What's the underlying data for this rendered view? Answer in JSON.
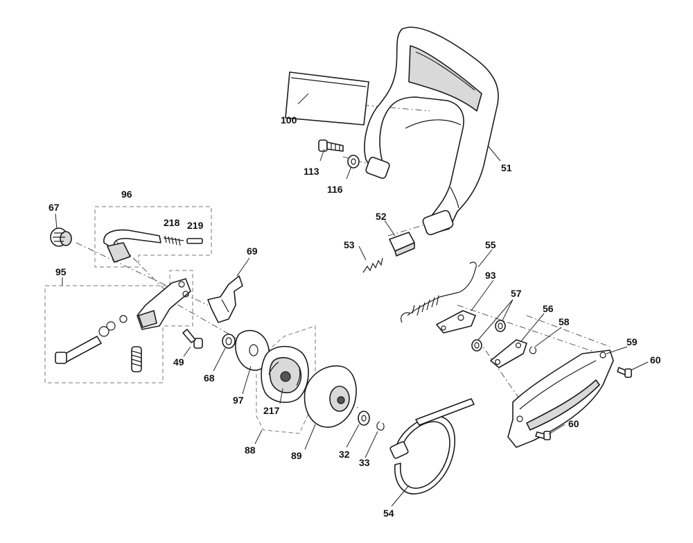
{
  "diagram": {
    "labels": {
      "p100": "100",
      "p113": "113",
      "p116": "116",
      "p51": "51",
      "p96": "96",
      "p67": "67",
      "p218": "218",
      "p219": "219",
      "p95": "95",
      "p69": "69",
      "p52": "52",
      "p53": "53",
      "p55": "55",
      "p93": "93",
      "p57": "57",
      "p56": "56",
      "p58": "58",
      "p59": "59",
      "p60a": "60",
      "p60b": "60",
      "p49": "49",
      "p68": "68",
      "p97": "97",
      "p217": "217",
      "p88": "88",
      "p89": "89",
      "p32": "32",
      "p33": "33",
      "p54": "54"
    }
  }
}
